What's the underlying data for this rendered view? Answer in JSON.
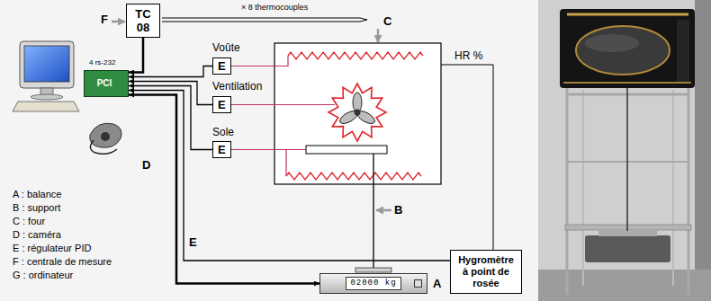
{
  "diagram": {
    "nodes": [
      {
        "text": [
          "TC 08"
        ]
      },
      {
        "text": [
          "E"
        ]
      },
      {
        "text": [
          "PCI"
        ]
      },
      {
        "text": [
          "E"
        ]
      },
      {
        "text": [
          "E"
        ]
      },
      {
        "text": [
          "Hygromètre à point de rosée"
        ]
      },
      {
        "text": [
          "02000 kg"
        ]
      }
    ],
    "edges": [
      {
        "from": 0,
        "to": 2,
        "arrow": "to"
      },
      {
        "from": 1,
        "to": 2,
        "arrow": "to"
      },
      {
        "from": 3,
        "to": 2,
        "arrow": "to"
      },
      {
        "from": 4,
        "to": 2,
        "arrow": "to"
      },
      {
        "from": 5,
        "to": 2,
        "arrow": "to"
      },
      {
        "from": 6,
        "to": 2,
        "arrow": "both"
      }
    ],
    "labels": [
      "F",
      "× 8 thermocouples",
      "C",
      "4 rs-232",
      "Voûte",
      "HR %",
      "Ventilation",
      "Sole",
      "D",
      "B",
      "A : balance",
      "B : support",
      "C : four",
      "D : caméra",
      "E : régulateur PID",
      "F : centrale de mesure",
      "G : ordinateur",
      "E",
      "A"
    ]
  }
}
